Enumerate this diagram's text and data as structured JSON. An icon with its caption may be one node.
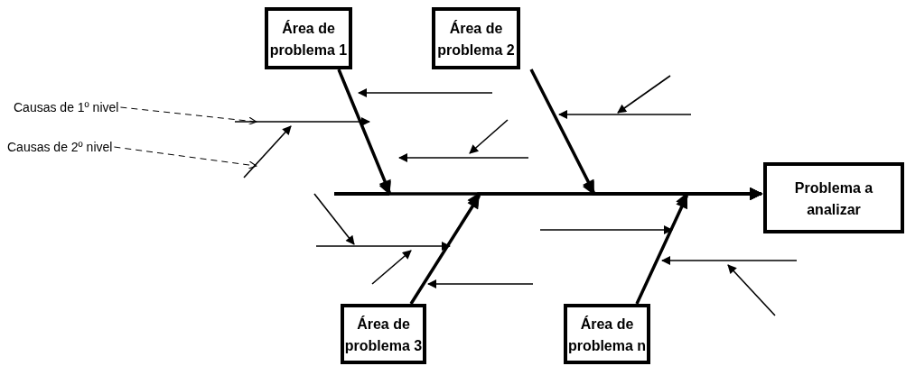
{
  "diagram": {
    "nodes": [
      {
        "text": [
          "Área de problema 1"
        ]
      },
      {
        "text": [
          "Área de problema 2"
        ]
      },
      {
        "text": [
          "Problema a analizar"
        ]
      },
      {
        "text": [
          "Causas de 1º nivel"
        ]
      },
      {
        "text": [
          "Causas de 2º nivel"
        ]
      },
      {
        "text": [
          "Área de problema 3"
        ]
      },
      {
        "text": [
          "Área de problema n"
        ]
      }
    ],
    "edges": [
      {
        "from": 0,
        "to": 2,
        "arrow": "to"
      },
      {
        "from": 1,
        "to": 2,
        "arrow": "to"
      },
      {
        "from": 5,
        "to": 2,
        "arrow": "to"
      },
      {
        "from": 6,
        "to": 2,
        "arrow": "to"
      },
      {
        "from": 3,
        "to": null,
        "arrow": "to",
        "style": "dashed"
      },
      {
        "from": 4,
        "to": null,
        "arrow": "to",
        "style": "dashed"
      }
    ]
  }
}
